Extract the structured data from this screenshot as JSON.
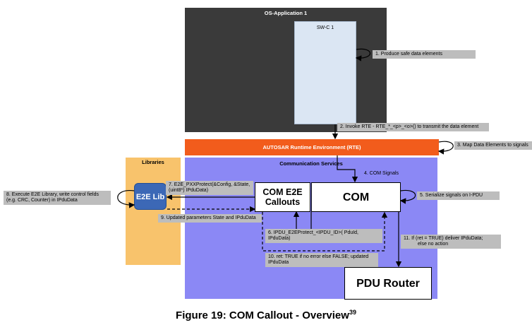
{
  "os_app": {
    "title": "OS-Application 1",
    "swc_label": "SW-C 1"
  },
  "rte": {
    "label": "AUTOSAR Runtime Environment (RTE)"
  },
  "libraries": {
    "title": "Libraries",
    "e2e_lib": "E2E Lib"
  },
  "comm_services": {
    "title": "Communication Services",
    "callouts_label_1": "COM E2E",
    "callouts_label_2": "Callouts",
    "com_label": "COM",
    "pdu_router_label": "PDU Router"
  },
  "notes": {
    "n1": "1. Produce safe data elements",
    "n2": "2. Invoke RTE - RTE_*_<p>_<o>() to transmit the data element",
    "n3": "3. Map Data Elements to signals",
    "n4": "4. COM Signals",
    "n5": "5. Serialize signals on I-PDU",
    "n6": "6. IPDU_E2EProtect_<IPDU_ID>( PduId, IPduData)",
    "n7_line1": "7. E2E_PXXProtect(&Config, &State,",
    "n7_line2": "(uint8*) IPduData)",
    "n8_line1": "8. Execute E2E Library, write control fields",
    "n8_line2": "(e.g. CRC, Counter) in IPduData",
    "n9": "9. Updated parameters State and IPduData",
    "n10": "10. ret: TRUE if no error else FALSE; updated IPduData",
    "n11_line1": "11. If (ret = TRUE) deliver IPduData;",
    "n11_line2": "else no action"
  },
  "caption": {
    "text": "Figure 19: COM Callout - Overview",
    "sup": "39"
  }
}
